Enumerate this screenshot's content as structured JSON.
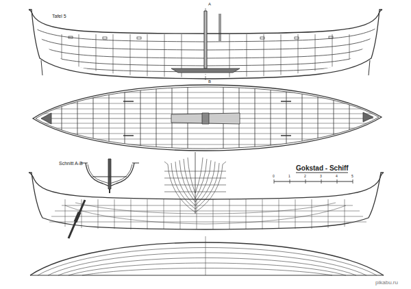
{
  "diagram": {
    "title": "Gokstad - Schiff",
    "labels": [
      "Tafel 5",
      "A",
      "B",
      "Schnitt A-B",
      "0",
      "1",
      "2",
      "3",
      "4",
      "5",
      "pikabu.ru"
    ]
  }
}
